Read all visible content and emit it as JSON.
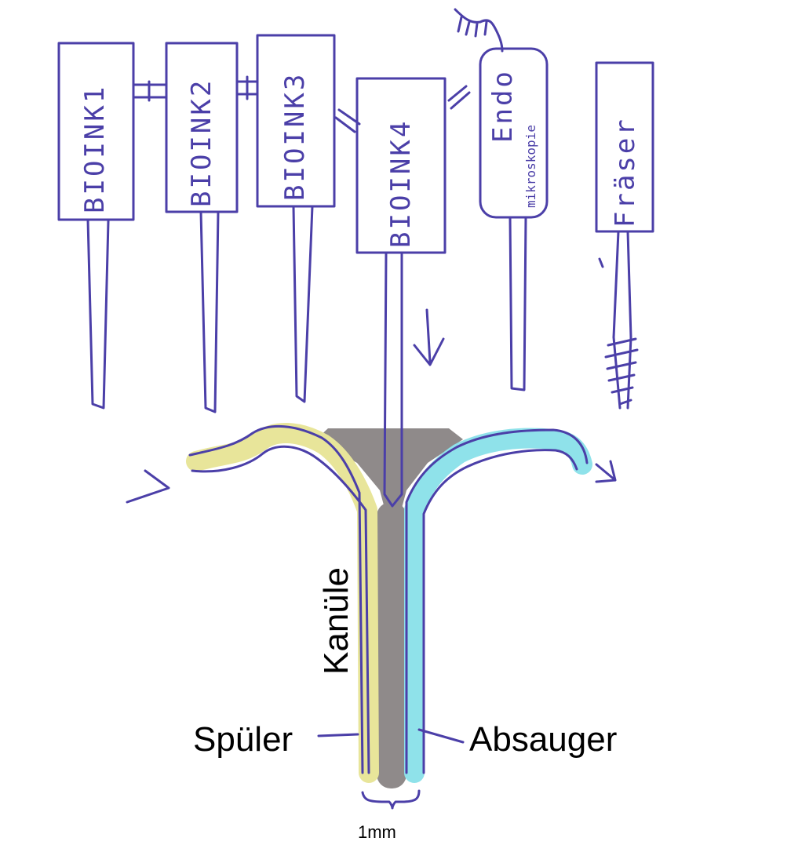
{
  "colors": {
    "ink": "#4b3fa8",
    "flush": "#e8e59a",
    "suction": "#8fe2ea",
    "cannula": "#8f8a8a",
    "text": "#000000"
  },
  "modules": [
    {
      "id": "bioink1",
      "label": "BIOINK1"
    },
    {
      "id": "bioink2",
      "label": "BIOINK2"
    },
    {
      "id": "bioink3",
      "label": "BIOINK3"
    },
    {
      "id": "bioink4",
      "label": "BIOINK4"
    },
    {
      "id": "endo",
      "label_line1": "Endo",
      "label_line2": "mikroskopie"
    },
    {
      "id": "fraeser",
      "label": "Fräser"
    }
  ],
  "labels": {
    "cannula": "Kanüle",
    "flush": "Spüler",
    "suction": "Absauger",
    "diameter": "1mm"
  }
}
